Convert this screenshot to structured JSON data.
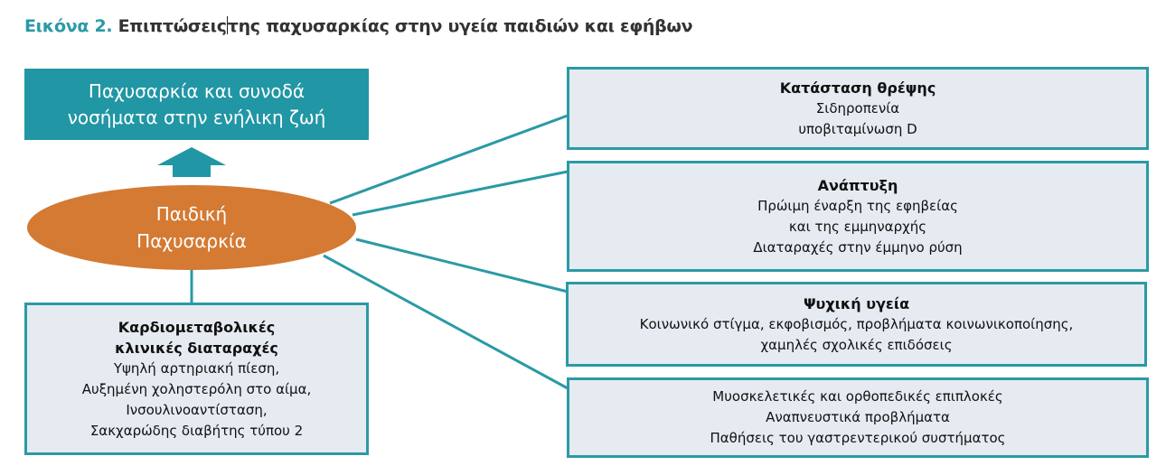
{
  "title": {
    "figure": "Εικόνα 2.",
    "text_a": "Επιπτώσεις",
    "text_b": "της παχυσαρκίας στην υγεία παιδιών και εφήβων"
  },
  "adult_box": {
    "lines": [
      "Παχυσαρκία και συνοδά",
      "νοσήματα στην ενήλικη ζωή"
    ]
  },
  "center": {
    "lines": [
      "Παιδική",
      "Παχυσαρκία"
    ]
  },
  "cardio": {
    "heading": [
      "Καρδιομεταβολικές",
      "κλινικές διαταραχές"
    ],
    "items": [
      "Υψηλή αρτηριακή πίεση,",
      "Αυξημένη χοληστερόλη στο αίμα,",
      "Ινσουλινοαντίσταση,",
      "Σακχαρώδης διαβήτης τύπου 2"
    ]
  },
  "boxes": [
    {
      "heading": "Κατάσταση θρέψης",
      "items": [
        "Σιδηροπενία",
        "υποβιταμίνωση D"
      ]
    },
    {
      "heading": "Ανάπτυξη",
      "items": [
        "Πρώιμη έναρξη της εφηβείας",
        "και της εμμηναρχής",
        "Διαταραχές στην έμμηνο ρύση"
      ]
    },
    {
      "heading": "Ψυχική υγεία",
      "items": [
        "Κοινωνικό στίγμα, εκφοβισμός, προβλήματα κοινωνικοποίησης,",
        "χαμηλές σχολικές επιδόσεις"
      ]
    },
    {
      "items": [
        "Μυοσκελετικές και ορθοπεδικές επιπλοκές",
        "Αναπνευστικά προβλήματα",
        "Παθήσεις του γαστρεντερικού συστήματος"
      ]
    }
  ],
  "colors": {
    "teal": "#2a9aa5",
    "orange": "#d47a33",
    "box_bg": "#e6ebf1"
  }
}
